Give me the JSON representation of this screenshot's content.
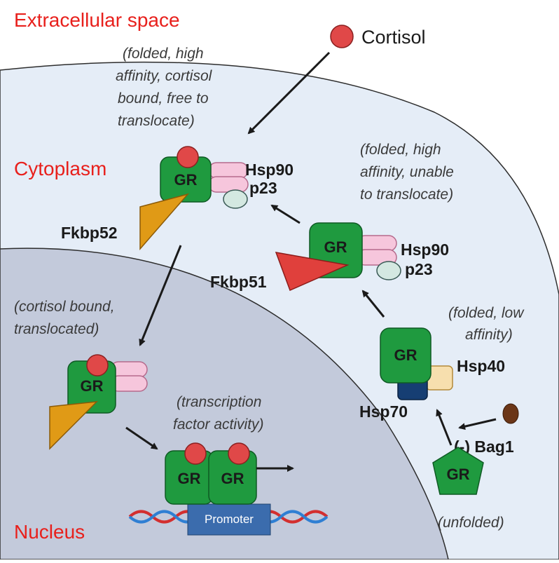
{
  "regions": {
    "extracellular": "Extracellular space",
    "cytoplasm": "Cytoplasm",
    "nucleus": "Nucleus"
  },
  "ligand": {
    "label": "Cortisol"
  },
  "notes": {
    "mature": [
      "(folded, high",
      "affinity, cortisol",
      "bound, free to",
      "translocate)"
    ],
    "fkbp51_complex": [
      "(folded, high",
      "affinity, unable",
      "to translocate)"
    ],
    "low_affinity": [
      "(folded, low",
      "affinity)"
    ],
    "translocated": [
      "(cortisol bound,",
      "translocated)"
    ],
    "transcription": [
      "(transcription",
      "factor activity)"
    ],
    "unfolded": "(unfolded)"
  },
  "proteins": {
    "gr": "GR",
    "hsp90": "Hsp90",
    "p23": "p23",
    "fkbp52": "Fkbp52",
    "fkbp51": "Fkbp51",
    "hsp40": "Hsp40",
    "hsp70": "Hsp70",
    "bag1": "(-) Bag1",
    "promoter": "Promoter"
  },
  "colors": {
    "gr_green": "#1f9a3f",
    "cortisol_red": "#e04848",
    "hsp90_pink": "#f6c6dc",
    "p23_grey": "#d4e8e1",
    "fkbp52_gold": "#e09a16",
    "fkbp51_red": "#e0403c",
    "hsp40_cream": "#f7dfae",
    "hsp70_navy": "#163e73",
    "bag1_brown": "#6b3618",
    "cytoplasm_fill": "#e5edf7",
    "nucleus_fill": "#c3cadb",
    "promoter_blue": "#3b6cad"
  }
}
